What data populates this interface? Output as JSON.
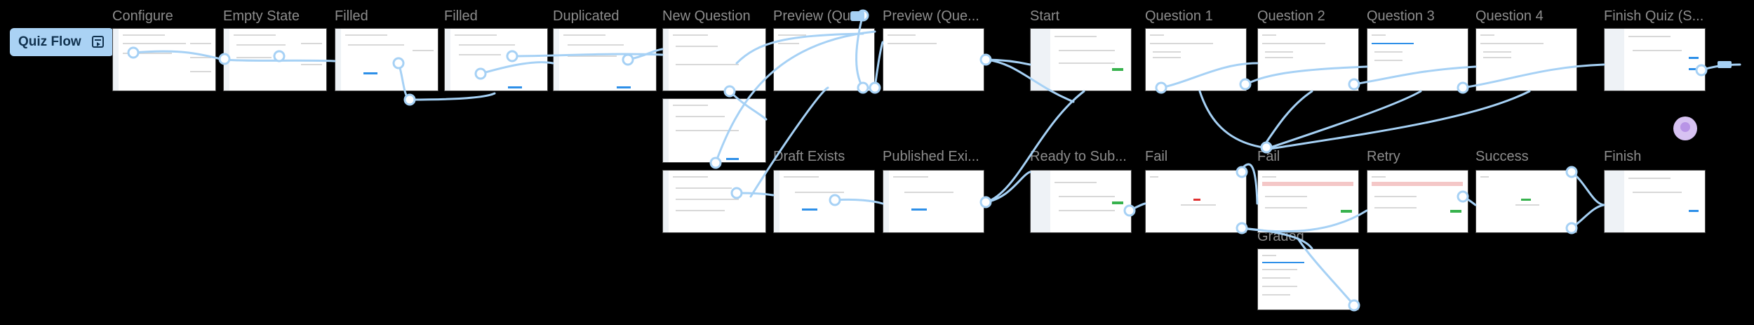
{
  "flow": {
    "label": "Quiz Flow",
    "icon": "play-frame-icon"
  },
  "frames": [
    {
      "id": "configure",
      "title": "Configure"
    },
    {
      "id": "empty-state",
      "title": "Empty State"
    },
    {
      "id": "filled-1",
      "title": "Filled"
    },
    {
      "id": "filled-2",
      "title": "Filled"
    },
    {
      "id": "duplicated",
      "title": "Duplicated"
    },
    {
      "id": "new-question",
      "title": "New Question"
    },
    {
      "id": "new-question-2",
      "title": ""
    },
    {
      "id": "new-question-3",
      "title": ""
    },
    {
      "id": "preview-1",
      "title": "Preview (Qu..."
    },
    {
      "id": "preview-2",
      "title": "Preview (Que..."
    },
    {
      "id": "draft-exists",
      "title": "Draft Exists"
    },
    {
      "id": "published-exists",
      "title": "Published Exi..."
    },
    {
      "id": "start",
      "title": "Start"
    },
    {
      "id": "ready-to-submit",
      "title": "Ready to Sub..."
    },
    {
      "id": "question-1",
      "title": "Question 1"
    },
    {
      "id": "question-2",
      "title": "Question 2"
    },
    {
      "id": "question-3",
      "title": "Question 3"
    },
    {
      "id": "question-4",
      "title": "Question 4"
    },
    {
      "id": "finish-quiz",
      "title": "Finish Quiz (S..."
    },
    {
      "id": "fail-1",
      "title": "Fail"
    },
    {
      "id": "fail-2",
      "title": "Fail"
    },
    {
      "id": "graded",
      "title": "Graded"
    },
    {
      "id": "retry",
      "title": "Retry"
    },
    {
      "id": "success",
      "title": "Success"
    },
    {
      "id": "finish",
      "title": "Finish"
    }
  ],
  "colors": {
    "connector": "#a6d1f5",
    "background": "#000000",
    "title": "#8d8d8d",
    "accent": "#2d8fe8"
  }
}
